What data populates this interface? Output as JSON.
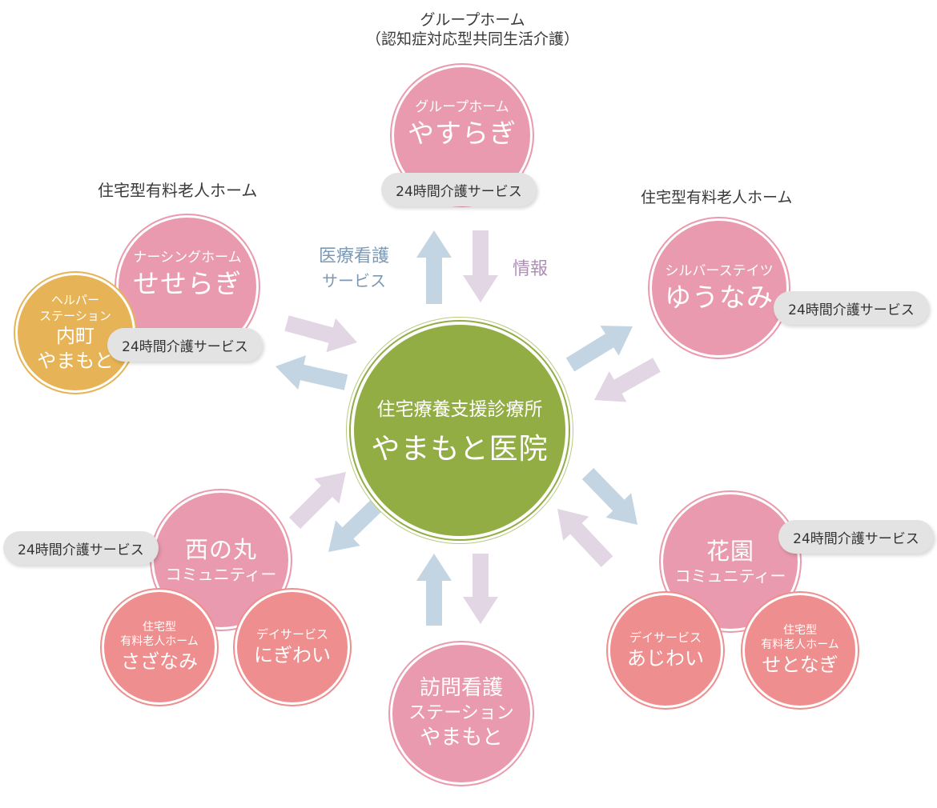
{
  "top_label": {
    "line1": "グループホーム",
    "line2": "（認知症対応型共同生活介護）"
  },
  "left_label": "住宅型有料老人ホーム",
  "right_label": "住宅型有料老人ホーム",
  "flow_labels": {
    "medical_line1": "医療看護",
    "medical_line2": "サービス",
    "info": "情報"
  },
  "center": {
    "sub": "住宅療養支援診療所",
    "title": "やまもと医院"
  },
  "care_badge": "24時間介護サービス",
  "yasuragi": {
    "sub": "グループホーム",
    "title": "やすらぎ"
  },
  "seseragi": {
    "sub": "ナーシングホーム",
    "title": "せせらぎ"
  },
  "helper": {
    "line1": "ヘルパー",
    "line2": "ステーション",
    "line3": "内町",
    "line4": "やまもと"
  },
  "yunami": {
    "sub": "シルバーステイツ",
    "title": "ゆうなみ"
  },
  "nishinomaru": {
    "title": "西の丸",
    "sub": "コミュニティー"
  },
  "sazanami": {
    "line1": "住宅型",
    "line2": "有料老人ホーム",
    "title": "さざなみ"
  },
  "nigiwai": {
    "sub": "デイサービス",
    "title": "にぎわい"
  },
  "houmon": {
    "line1": "訪問看護",
    "line2": "ステーション",
    "line3": "やまもと"
  },
  "hanazono": {
    "title": "花園",
    "sub": "コミュニティー"
  },
  "ajiwai": {
    "sub": "デイサービス",
    "title": "あじわい"
  },
  "setonagi": {
    "line1": "住宅型",
    "line2": "有料老人ホーム",
    "title": "せとなぎ"
  },
  "colors": {
    "pink": "#e99aae",
    "coral": "#ef8e8e",
    "gold": "#e6b456",
    "green": "#93ad45",
    "arrow_blue": "#c3d5e2",
    "arrow_purple": "#e2d5e4",
    "medical_text": "#7c99b4",
    "info_text": "#ae8fb6"
  }
}
